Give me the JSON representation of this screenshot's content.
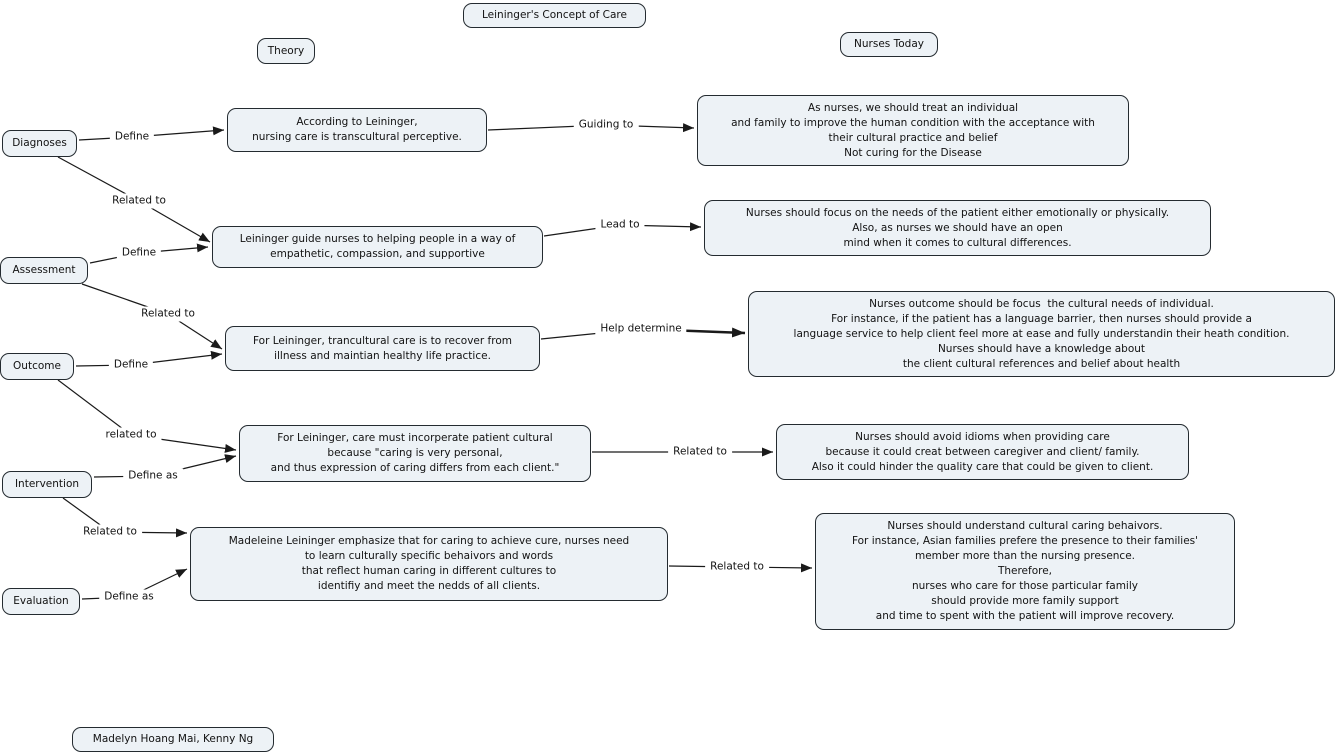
{
  "diagram": {
    "title": "Leininger's Concept of Care",
    "columns": {
      "theory": "Theory",
      "nurses_today": "Nurses Today"
    },
    "concepts": {
      "diagnoses": "Diagnoses",
      "assessment": "Assessment",
      "outcome": "Outcome",
      "intervention": "Intervention",
      "evaluation": "Evaluation"
    },
    "theory_boxes": {
      "t1": "According to Leininger,\nnursing care is transcultural perceptive.",
      "t2": "Leininger guide nurses to helping people in a way of\nempathetic, compassion, and supportive",
      "t3": "For Leininger, trancultural care is to recover from\nillness and maintian healthy life practice.",
      "t4": "For Leininger, care must incorperate patient cultural\nbecause \"caring is very personal,\nand thus expression of caring differs from each client.\"",
      "t5": "Madeleine Leininger emphasize that for caring to achieve cure, nurses need\nto learn culturally specific behaivors and words\nthat reflect human caring in different cultures to\nidentifiy and meet the nedds of all clients."
    },
    "nurses_boxes": {
      "n1": "As nurses, we should treat an individual\nand family to improve the human condition with the acceptance with\ntheir cultural practice and belief\nNot curing for the Disease",
      "n2": "Nurses should focus on the needs of the patient either emotionally or physically.\nAlso, as nurses we should have an open\nmind when it comes to cultural differences.",
      "n3": "Nurses outcome should be focus  the cultural needs of individual.\nFor instance, if the patient has a language barrier, then nurses should provide a\nlanguage service to help client feel more at ease and fully understandin their heath condition.\nNurses should have a knowledge about\nthe client cultural references and belief about health",
      "n4": "Nurses should avoid idioms when providing care\nbecause it could creat between caregiver and client/ family.\nAlso it could hinder the quality care that could be given to client.",
      "n5": "Nurses should understand cultural caring behaivors.\nFor instance, Asian families prefere the presence to their families'\nmember more than the nursing presence.\nTherefore,\nnurses who care for those particular family\nshould provide more family support\nand time to spent with the patient will improve recovery."
    },
    "links": {
      "define_1": "Define",
      "related_1": "Related to",
      "define_2": "Define",
      "related_2": "Related to",
      "define_3": "Define",
      "related_3": "related to",
      "define_as_1": "Define as",
      "related_4": "Related to",
      "define_as_2": "Define as",
      "guiding_to": "Guiding to",
      "lead_to": "Lead to",
      "help_determine": "Help determine",
      "related_5": "Related to",
      "related_6": "Related to"
    },
    "authors": "Madelyn Hoang Mai, Kenny Ng",
    "colors": {
      "node_fill": "#edf2f6",
      "node_border": "#242b30",
      "line": "#1a1a1a",
      "background": "#ffffff"
    }
  }
}
